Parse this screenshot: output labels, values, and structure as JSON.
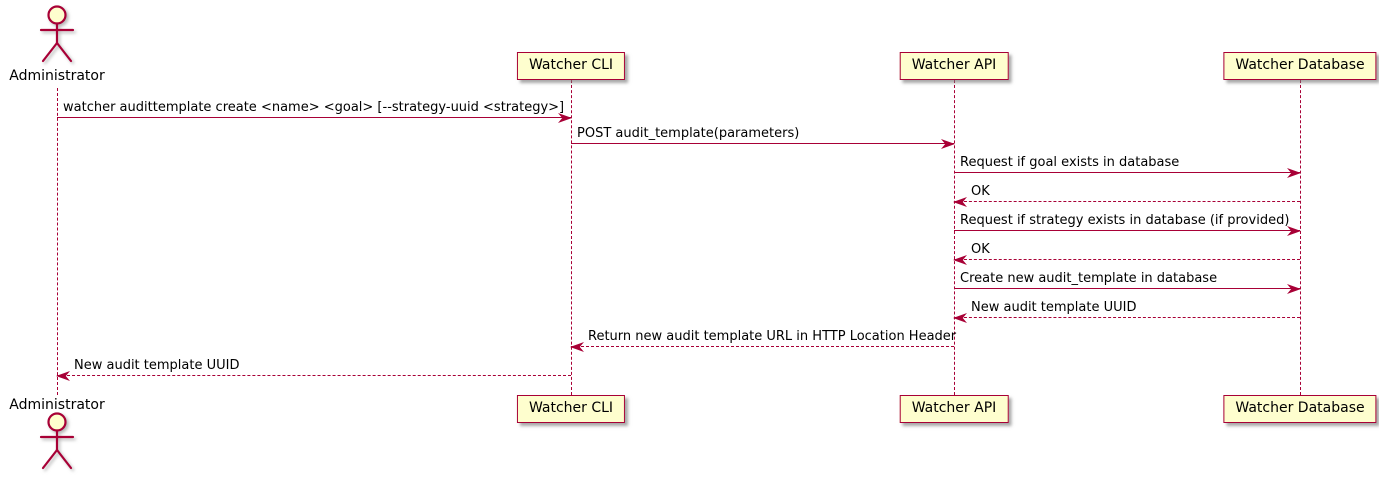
{
  "diagram": {
    "type": "sequence",
    "actors": [
      {
        "id": "administrator",
        "label": "Administrator",
        "kind": "actor"
      },
      {
        "id": "watcher-cli",
        "label": "Watcher CLI",
        "kind": "participant"
      },
      {
        "id": "watcher-api",
        "label": "Watcher API",
        "kind": "participant"
      },
      {
        "id": "watcher-database",
        "label": "Watcher Database",
        "kind": "participant"
      }
    ],
    "messages": [
      {
        "from": "administrator",
        "to": "watcher-cli",
        "style": "solid",
        "label": "watcher audittemplate create <name> <goal> [--strategy-uuid <strategy>]"
      },
      {
        "from": "watcher-cli",
        "to": "watcher-api",
        "style": "solid",
        "label": "POST audit_template(parameters)"
      },
      {
        "from": "watcher-api",
        "to": "watcher-database",
        "style": "solid",
        "label": "Request if goal exists in database"
      },
      {
        "from": "watcher-database",
        "to": "watcher-api",
        "style": "dashed",
        "label": "OK"
      },
      {
        "from": "watcher-api",
        "to": "watcher-database",
        "style": "solid",
        "label": "Request if strategy exists in database (if provided)"
      },
      {
        "from": "watcher-database",
        "to": "watcher-api",
        "style": "dashed",
        "label": "OK"
      },
      {
        "from": "watcher-api",
        "to": "watcher-database",
        "style": "solid",
        "label": "Create new audit_template in database"
      },
      {
        "from": "watcher-database",
        "to": "watcher-api",
        "style": "dashed",
        "label": "New audit template UUID"
      },
      {
        "from": "watcher-api",
        "to": "watcher-cli",
        "style": "dashed",
        "label": "Return new audit template URL in HTTP Location Header"
      },
      {
        "from": "watcher-cli",
        "to": "administrator",
        "style": "dashed",
        "label": "New audit template UUID"
      }
    ],
    "colors": {
      "line": "#A80036",
      "participant_fill": "#FEFECE",
      "participant_border": "#A80036",
      "actor_head_fill": "#FEFECE",
      "text": "#000000",
      "background": "#FFFFFF"
    }
  }
}
